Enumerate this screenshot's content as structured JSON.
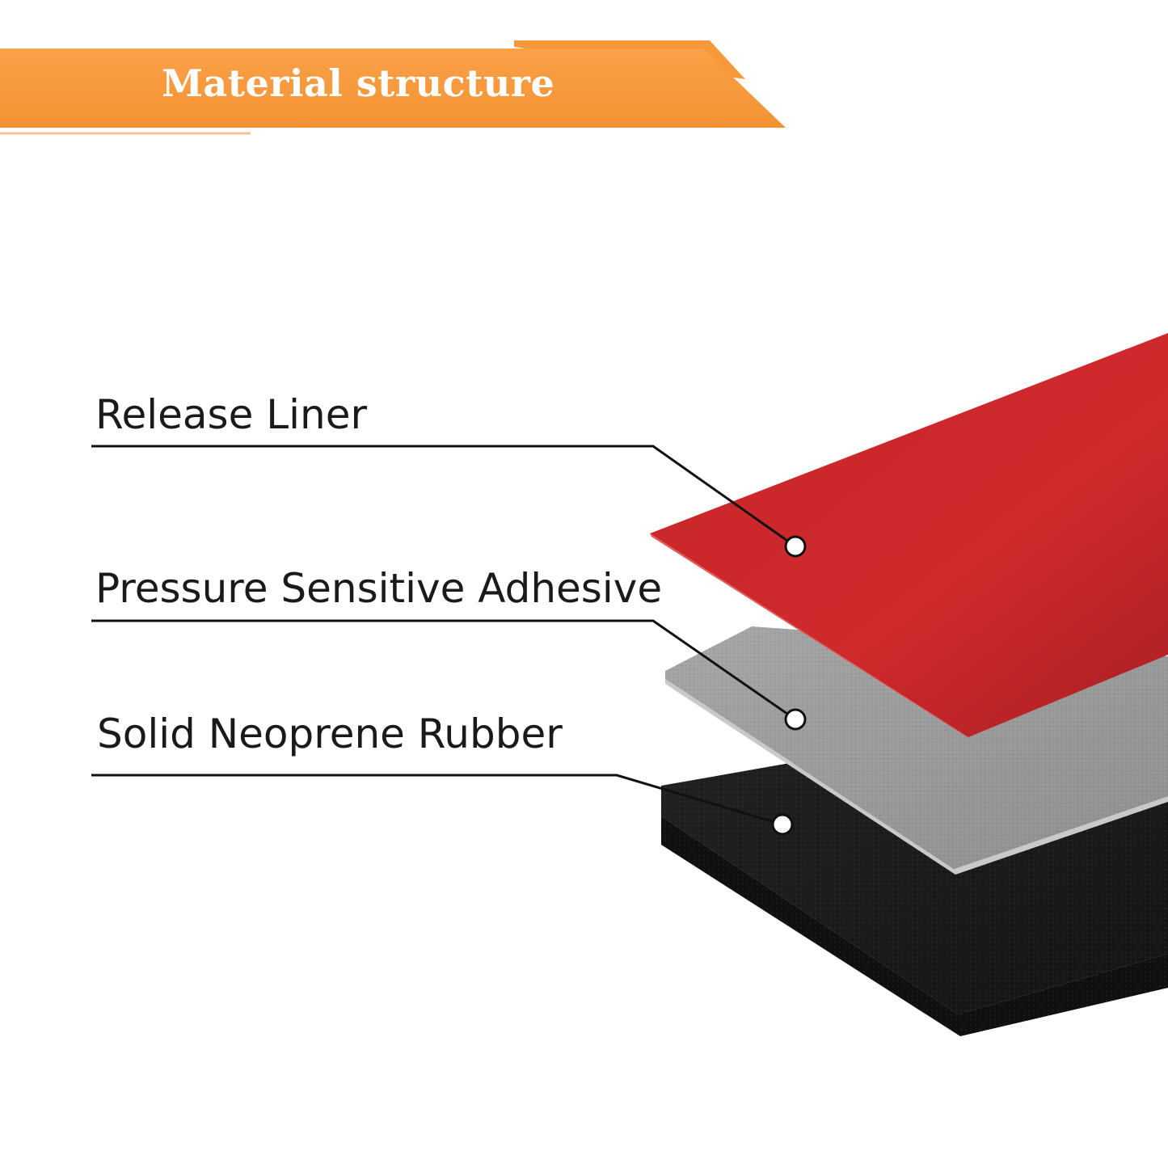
{
  "banner": {
    "title": "Material structure",
    "color": "#f7993a"
  },
  "layers": [
    {
      "label": "Release Liner",
      "color": "#c8262a"
    },
    {
      "label": "Pressure Sensitive Adhesive",
      "color": "#9e9e9e"
    },
    {
      "label": "Solid Neoprene Rubber",
      "color": "#1c1c1c"
    }
  ]
}
